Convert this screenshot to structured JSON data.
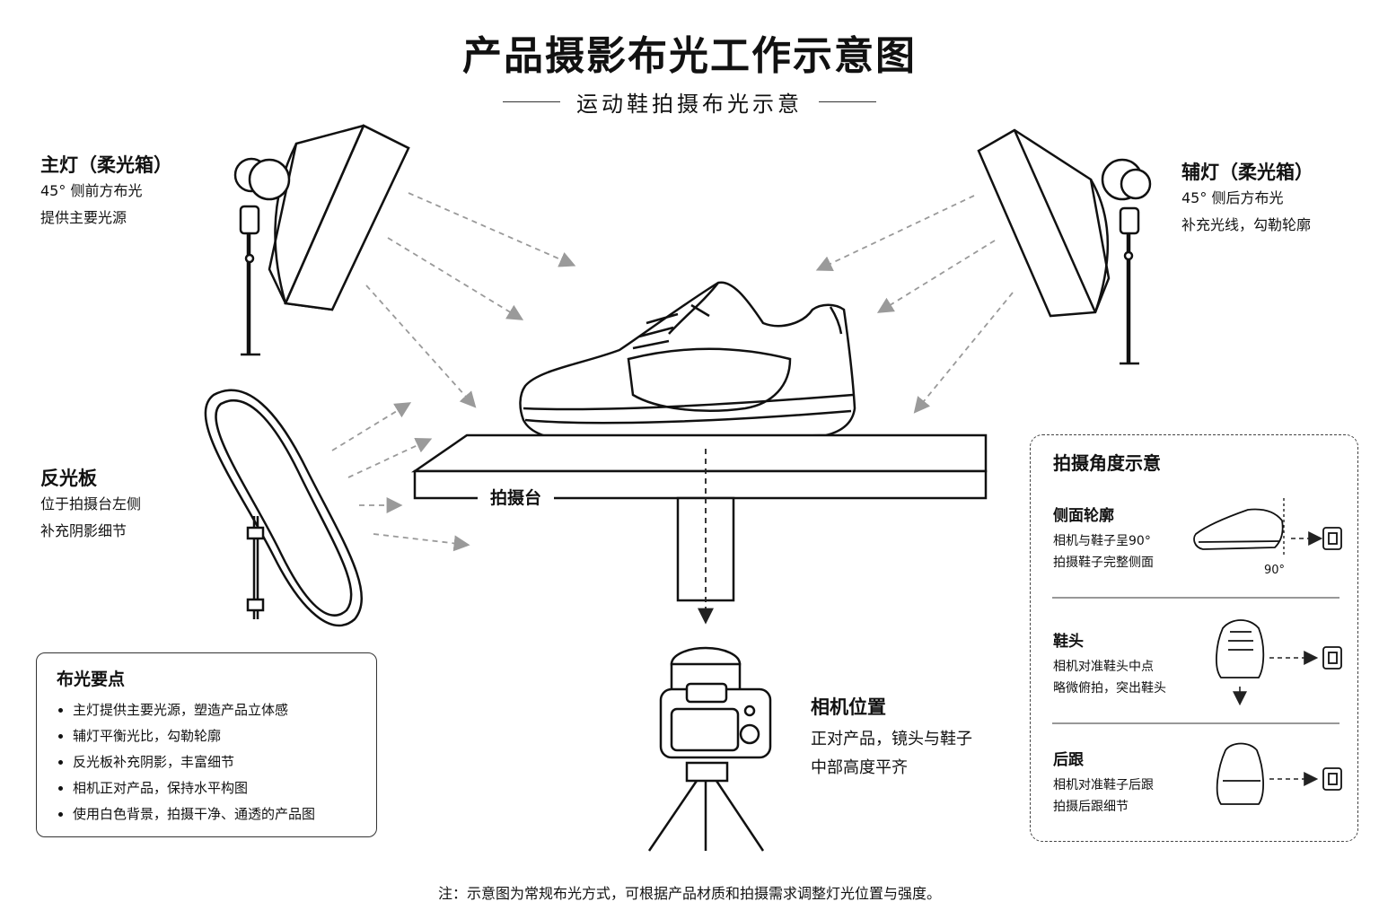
{
  "title": "产品摄影布光工作示意图",
  "subtitle": "运动鞋拍摄布光示意",
  "key_light": {
    "heading": "主灯（柔光箱）",
    "lines": [
      "45° 侧前方布光",
      "提供主要光源"
    ]
  },
  "fill_light": {
    "heading": "辅灯（柔光箱）",
    "lines": [
      "45° 侧后方布光",
      "补充光线，勾勒轮廓"
    ]
  },
  "reflector": {
    "heading": "反光板",
    "lines": [
      "位于拍摄台左侧",
      "补充阴影细节"
    ]
  },
  "stage_label": "拍摄台",
  "camera": {
    "heading": "相机位置",
    "lines": [
      "正对产品，镜头与鞋子",
      "中部高度平齐"
    ]
  },
  "tips": {
    "heading": "布光要点",
    "items": [
      "主灯提供主要光源，塑造产品立体感",
      "辅灯平衡光比，勾勒轮廓",
      "反光板补充阴影，丰富细节",
      "相机正对产品，保持水平构图",
      "使用白色背景，拍摄干净、通透的产品图"
    ]
  },
  "angles": {
    "heading": "拍摄角度示意",
    "items": [
      {
        "title": "侧面轮廓",
        "lines": [
          "相机与鞋子呈90°",
          "拍摄鞋子完整侧面"
        ],
        "badge": "90°"
      },
      {
        "title": "鞋头",
        "lines": [
          "相机对准鞋头中点",
          "略微俯拍，突出鞋头"
        ]
      },
      {
        "title": "后跟",
        "lines": [
          "相机对准鞋子后跟",
          "拍摄后跟细节"
        ]
      }
    ]
  },
  "note": "注：示意图为常规布光方式，可根据产品材质和拍摄需求调整灯光位置与强度。",
  "colors": {
    "line": "#111111",
    "arrow": "#9a9a9a",
    "background": "#ffffff"
  },
  "icons": [
    "softbox-icon",
    "light-stand-icon",
    "reflector-icon",
    "sneaker-icon",
    "camera-icon",
    "tripod-icon",
    "camera-small-icon"
  ]
}
